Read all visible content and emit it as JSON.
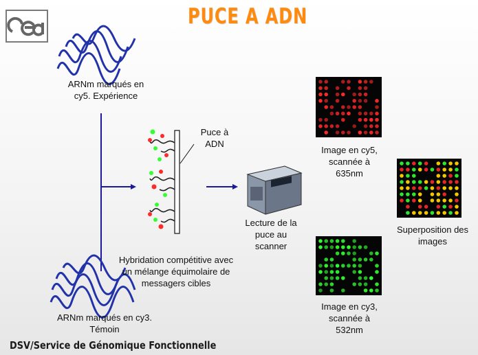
{
  "title": "PUCE A ADN",
  "logo_text": "cea",
  "labels": {
    "rna_cy5": "ARNm marqués en|cy5. Expérience",
    "rna_cy3": "ARNm marqués en cy3.|Témoin",
    "chip": "Puce à|ADN",
    "hybridation": "Hybridation compétitive avec|un mélange équimolaire de|messagers cibles",
    "scanner": "Lecture de la|puce au|scanner",
    "image_cy5": "Image en cy5,|scannée à|635nm",
    "image_cy3": "Image en cy3,|scannée à|532nm",
    "superposition": "Superposition des|images"
  },
  "footer": "DSV/Service de Génomique Fonctionnelle",
  "colors": {
    "title": "#ff8a10",
    "strand": "#2233aa",
    "line": "#1a1a9a",
    "cy5_spot": "#ff2a2a",
    "cy3_spot": "#33ff33",
    "mixed_spot": "#ffd200"
  }
}
